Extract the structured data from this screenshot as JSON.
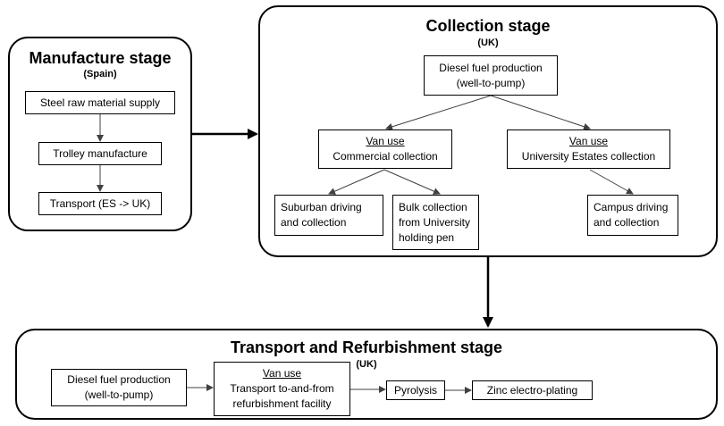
{
  "manufacture": {
    "title": "Manufacture stage",
    "country": "(Spain)",
    "steps": [
      "Steel raw material supply",
      "Trolley manufacture",
      "Transport (ES -> UK)"
    ]
  },
  "collection": {
    "title": "Collection stage",
    "country": "(UK)",
    "diesel_line1": "Diesel fuel production",
    "diesel_line2": "(well-to-pump)",
    "van_commercial": {
      "title": "Van use",
      "subtitle": "Commercial collection"
    },
    "van_university": {
      "title": "Van use",
      "subtitle": "University Estates collection"
    },
    "suburban_line1": "Suburban driving",
    "suburban_line2": "and collection",
    "bulk_line1": "Bulk collection",
    "bulk_line2": "from University",
    "bulk_line3": "holding pen",
    "campus_line1": "Campus driving",
    "campus_line2": "and collection"
  },
  "transport": {
    "title": "Transport and Refurbishment stage",
    "country": "(UK)",
    "diesel_line1": "Diesel fuel production",
    "diesel_line2": "(well-to-pump)",
    "van_title": "Van use",
    "van_line1": "Transport to-and-from",
    "van_line2": "refurbishment facility",
    "pyrolysis": "Pyrolysis",
    "zinc": "Zinc electro-plating"
  }
}
